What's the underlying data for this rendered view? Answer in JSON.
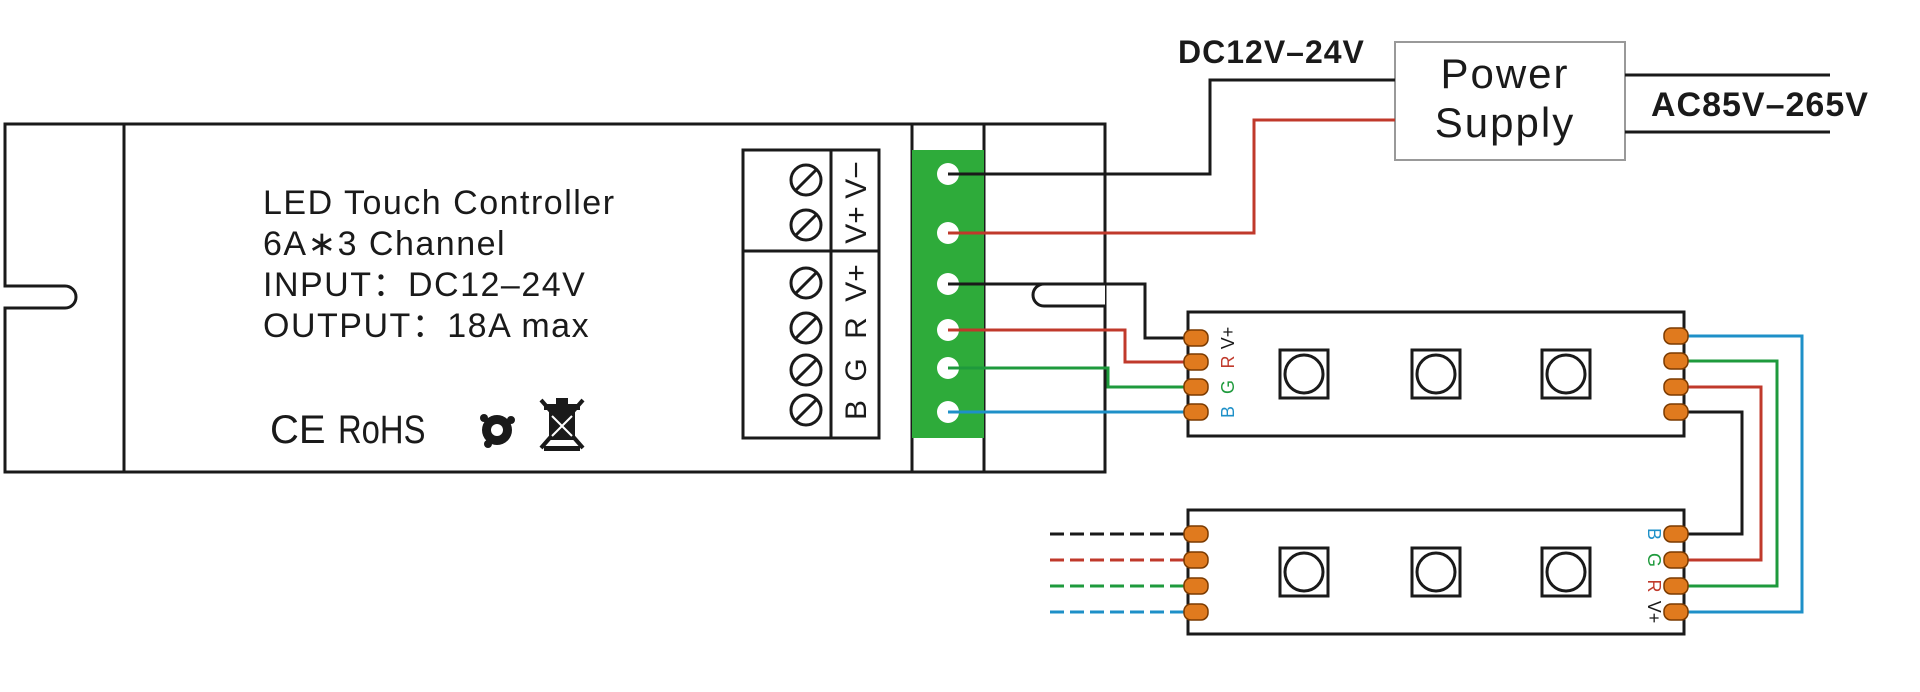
{
  "controller": {
    "lines": [
      "LED Touch Controller",
      "6A∗3 Channel",
      "INPUT：DC12–24V",
      "OUTPUT：18A max"
    ],
    "cert_ce": "CE",
    "cert_rohs": "RoHS",
    "terminal_labels": [
      "V−",
      "V+",
      "V+",
      "R",
      "G",
      "B"
    ]
  },
  "power_supply": {
    "label_line1": "Power",
    "label_line2": "Supply",
    "dc_label": "DC12V–24V",
    "ac_label": "AC85V–265V"
  },
  "strip_labels": [
    "V+",
    "R",
    "G",
    "B"
  ],
  "colors": {
    "black": "#1a1a1a",
    "red": "#c0392b",
    "green": "#1e9a3c",
    "blue": "#1e90c8",
    "terminal_green": "#2eab3a",
    "pad_orange": "#e07a1e"
  }
}
